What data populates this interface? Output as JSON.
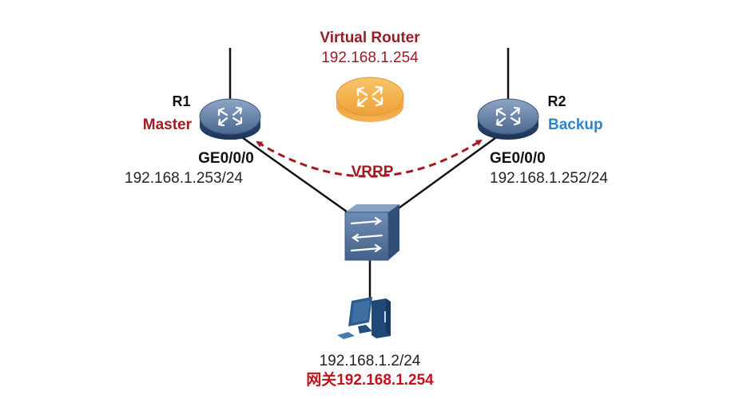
{
  "diagram": {
    "virtual_router": {
      "title": "Virtual Router",
      "ip": "192.168.1.254",
      "color": "#f0a32e"
    },
    "r1": {
      "name": "R1",
      "role": "Master",
      "role_color": "#a3191f",
      "interface": "GE0/0/0",
      "ip": "192.168.1.253/24"
    },
    "r2": {
      "name": "R2",
      "role": "Backup",
      "role_color": "#2f86c6",
      "interface": "GE0/0/0",
      "ip": "192.168.1.252/24"
    },
    "protocol": {
      "label": "VRRP",
      "color": "#a3191f"
    },
    "pc": {
      "ip": "192.168.1.2/24",
      "gateway": "网关192.168.1.254"
    },
    "icons": {
      "router": "router-icon",
      "virtual_router": "virtual-router-icon",
      "switch": "switch-icon",
      "pc": "pc-icon"
    }
  }
}
